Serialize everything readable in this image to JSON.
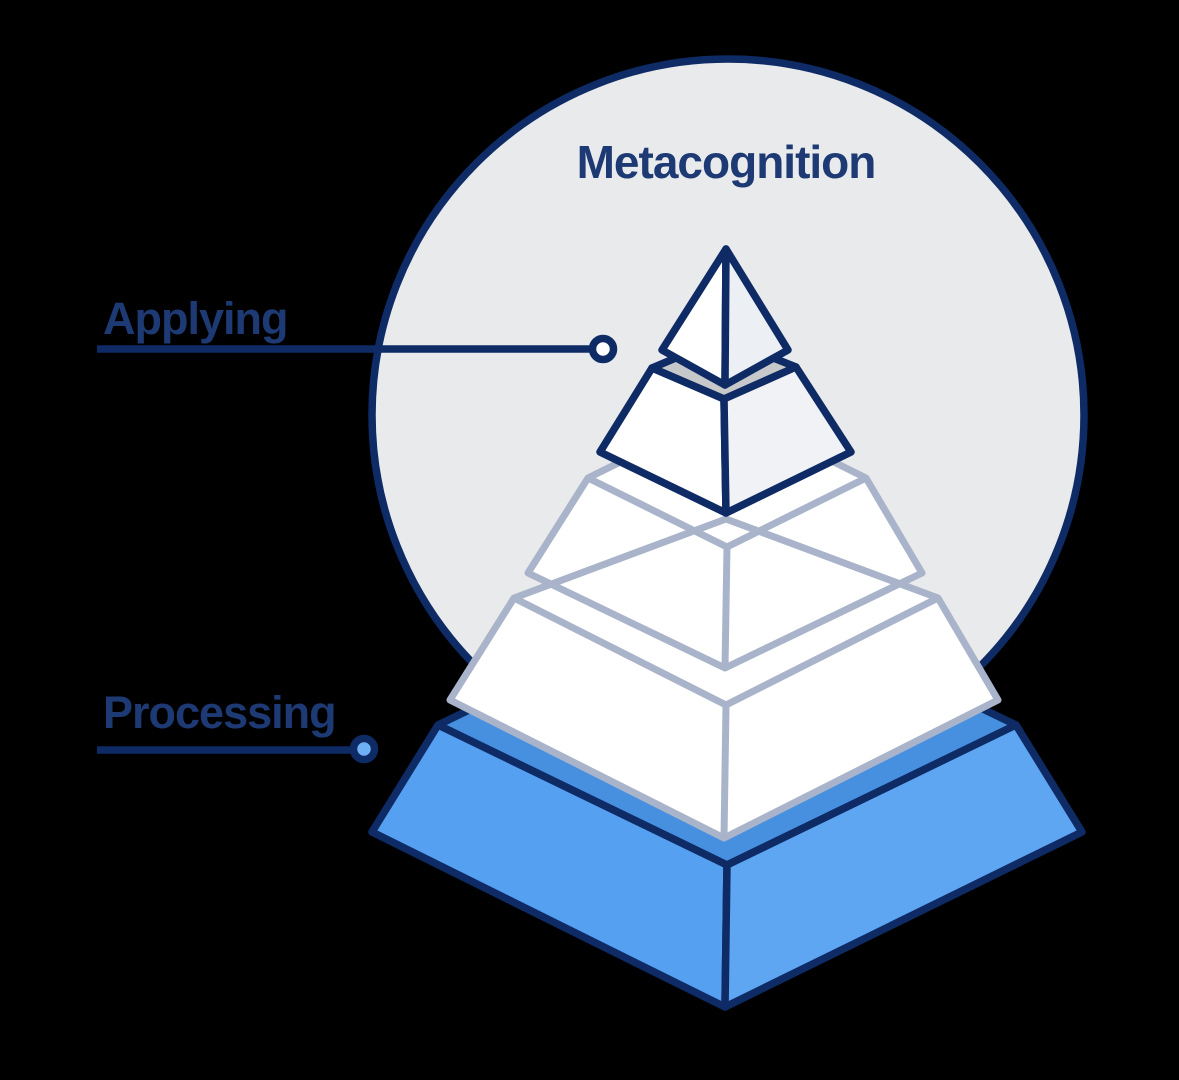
{
  "diagram": {
    "title": "Metacognition",
    "labels": {
      "applying": "Applying",
      "processing": "Processing"
    },
    "tiers": {
      "highlighted_top_section": "Metacognition",
      "middle_section_pointer": "Applying",
      "base_section_pointer": "Processing"
    }
  },
  "colors": {
    "navy": "#0e2b66",
    "navy_text": "#1d3a74",
    "light_edge": "#a9b4cb",
    "circle_fill": "#e9eaeb",
    "white": "#ffffff",
    "tier2_top_gray": "#c6c8ca",
    "tier2_right_tint": "#f0f2f6",
    "apex_right_tint": "#eceff4",
    "blue_top": "#4790e0",
    "blue_left": "#55a0f0",
    "blue_right": "#5ea6f2",
    "dot_blue": "#6fb0f5",
    "background": "#000000"
  }
}
